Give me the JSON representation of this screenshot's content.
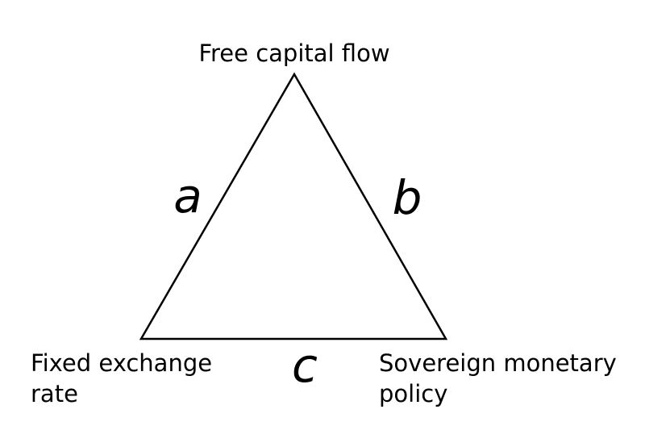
{
  "diagram": {
    "type": "triangle-trilemma",
    "vertices": {
      "top": {
        "label": "Free capital flow"
      },
      "bottom_left": {
        "line1": "Fixed exchange",
        "line2": "rate"
      },
      "bottom_right": {
        "line1": "Sovereign monetary",
        "line2": "policy"
      }
    },
    "edges": {
      "left": "a",
      "right": "b",
      "bottom": "c"
    },
    "colors": {
      "line": "#000000",
      "text": "#000000",
      "background": "#ffffff"
    }
  }
}
